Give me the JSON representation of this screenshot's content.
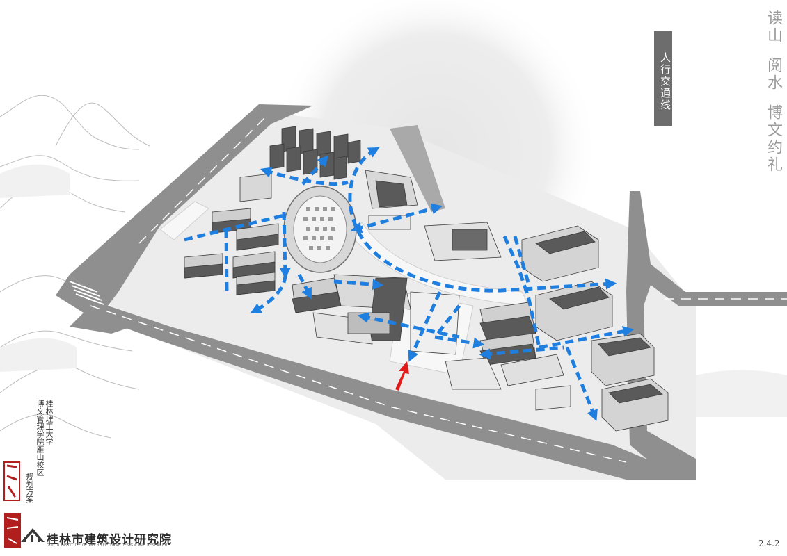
{
  "title": "人行交通线",
  "poem": [
    "读山",
    "阅水",
    "博文约礼"
  ],
  "project": [
    "桂林理工大学",
    "博文管理学院雁山校区",
    "规划方案"
  ],
  "org": {
    "name": "桂林市建筑设计研究院",
    "name_en": "GUILIN INSTITUTE OF ARCHITECTURAL DESIGN AND RESEARCH"
  },
  "page_number": "2.4.2",
  "colors": {
    "path": "#1e7fe0",
    "entrance_arrow": "#e01b1b",
    "title_bg": "#6d6d6d",
    "road": "#8f8f8f",
    "site": "#e6e6e6",
    "building": "#5a5a5a"
  },
  "icons": [
    "entrance-arrow-icon",
    "logo-icon",
    "seal-icon"
  ]
}
